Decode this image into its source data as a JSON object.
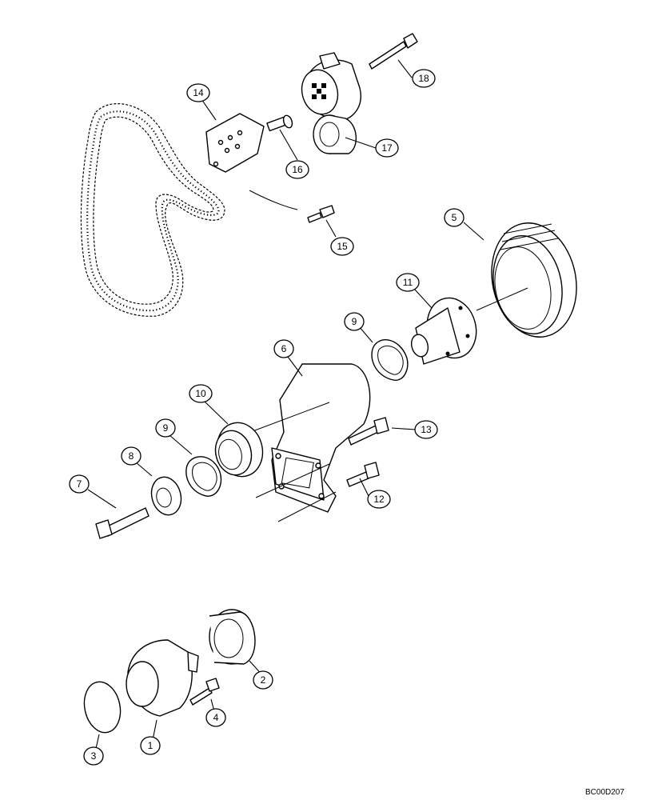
{
  "drawing_id": "BC00D207",
  "callouts": [
    {
      "key": "c1",
      "label": "1"
    },
    {
      "key": "c2",
      "label": "2"
    },
    {
      "key": "c3",
      "label": "3"
    },
    {
      "key": "c4",
      "label": "4"
    },
    {
      "key": "c5",
      "label": "5"
    },
    {
      "key": "c6",
      "label": "6"
    },
    {
      "key": "c7",
      "label": "7"
    },
    {
      "key": "c8",
      "label": "8"
    },
    {
      "key": "c9a",
      "label": "9"
    },
    {
      "key": "c9b",
      "label": "9"
    },
    {
      "key": "c10",
      "label": "10"
    },
    {
      "key": "c11",
      "label": "11"
    },
    {
      "key": "c12",
      "label": "12"
    },
    {
      "key": "c13",
      "label": "13"
    },
    {
      "key": "c14",
      "label": "14"
    },
    {
      "key": "c15",
      "label": "15"
    },
    {
      "key": "c16",
      "label": "16"
    },
    {
      "key": "c17",
      "label": "17"
    },
    {
      "key": "c18",
      "label": "18"
    }
  ]
}
